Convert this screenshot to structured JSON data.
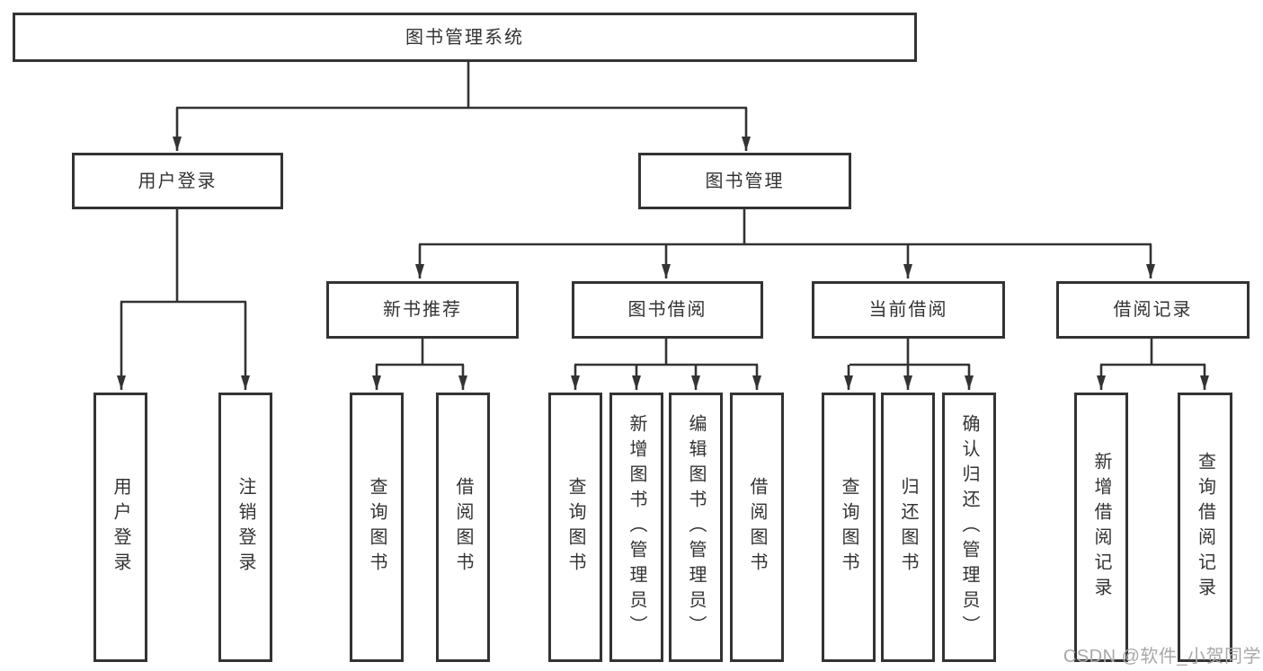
{
  "diagram": {
    "root": {
      "label": "图书管理系统"
    },
    "level2": [
      {
        "label": "用户登录"
      },
      {
        "label": "图书管理"
      }
    ],
    "level3": [
      {
        "label": "新书推荐"
      },
      {
        "label": "图书借阅"
      },
      {
        "label": "当前借阅"
      },
      {
        "label": "借阅记录"
      }
    ],
    "leaves": [
      {
        "label": "用户登录"
      },
      {
        "label": "注销登录"
      },
      {
        "label": "查询图书"
      },
      {
        "label": "借阅图书"
      },
      {
        "label": "查询图书"
      },
      {
        "label": "新增图书（管理员）"
      },
      {
        "label": "编辑图书（管理员）"
      },
      {
        "label": "借阅图书"
      },
      {
        "label": "查询图书"
      },
      {
        "label": "归还图书"
      },
      {
        "label": "确认归还（管理员）"
      },
      {
        "label": "新增借阅记录"
      },
      {
        "label": "查询借阅记录"
      }
    ],
    "watermark": "CSDN @软件_小贺同学",
    "colors": {
      "line": "#333333",
      "text": "#333333",
      "watermark": "#a8a8a8",
      "background": "#ffffff"
    }
  }
}
